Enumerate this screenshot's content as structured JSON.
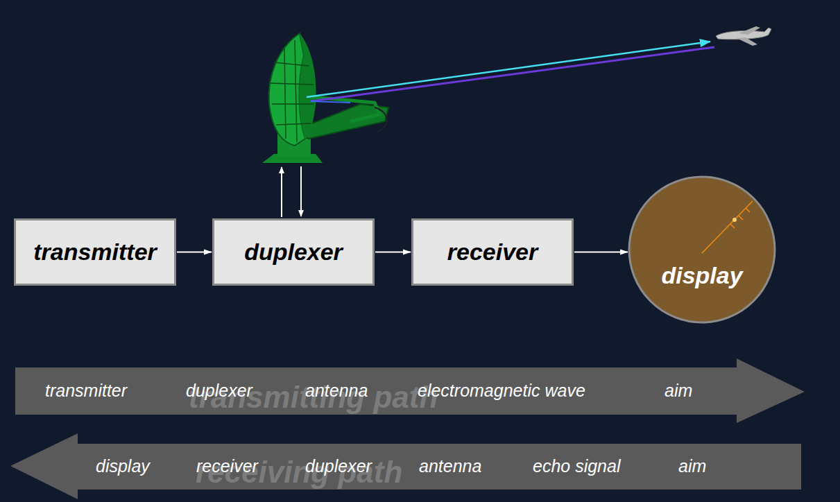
{
  "diagram": {
    "nodes": [
      {
        "text": [
          "transmitter"
        ]
      },
      {
        "text": [
          "duplexer"
        ]
      },
      {
        "text": [
          "receiver"
        ]
      },
      {
        "text": [
          "display"
        ]
      },
      {
        "text": [
          "transmitting path",
          "transmitter",
          "duplexer",
          "antenna",
          "electromagnetic wave",
          "aim"
        ]
      },
      {
        "text": [
          "receiving path",
          "display",
          "receiver",
          "duplexer",
          "antenna",
          "echo signal",
          "aim"
        ]
      }
    ],
    "edges": [
      {
        "from": 0,
        "to": 1,
        "arrow": "to"
      },
      {
        "from": 1,
        "to": 2,
        "arrow": "to"
      },
      {
        "from": 2,
        "to": 3,
        "arrow": "to"
      }
    ]
  }
}
